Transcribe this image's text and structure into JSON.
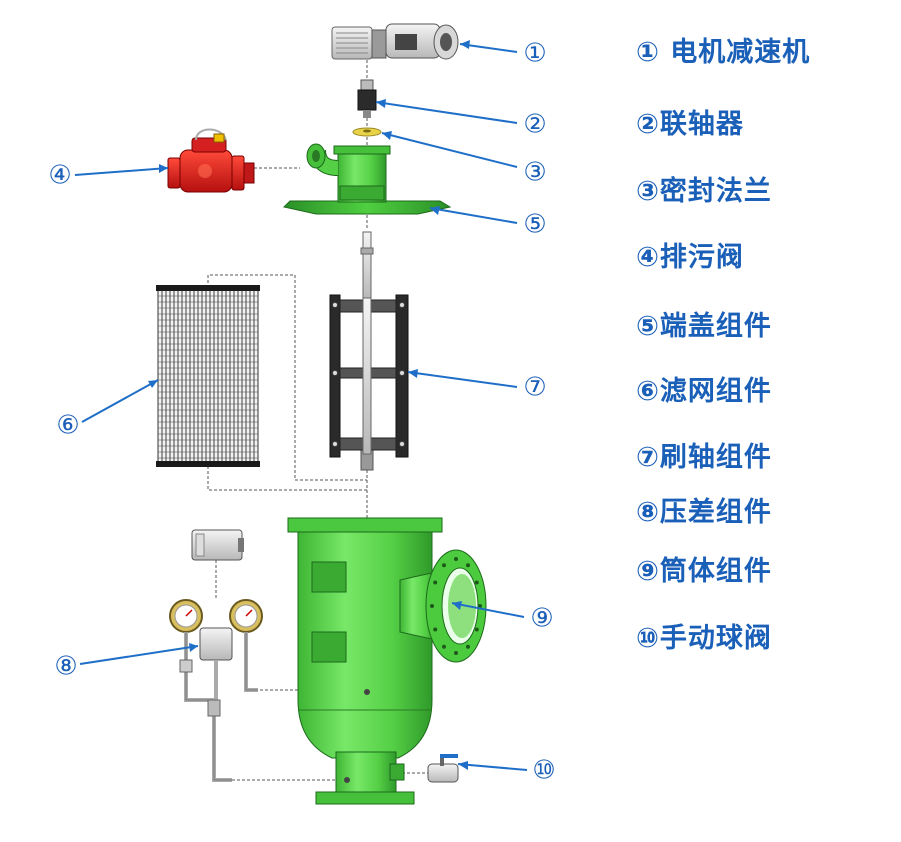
{
  "colors": {
    "accent_blue": "#1f6fc9",
    "label_blue": "#1a5fb8",
    "body_green": "#58d24a",
    "flange_green": "#2fa52d",
    "valve_red": "#e02020",
    "shade_green": "#3aa535"
  },
  "callouts": [
    {
      "id": "1",
      "label": "①"
    },
    {
      "id": "2",
      "label": "②"
    },
    {
      "id": "3",
      "label": "③"
    },
    {
      "id": "4",
      "label": "④"
    },
    {
      "id": "5",
      "label": "⑤"
    },
    {
      "id": "6",
      "label": "⑥"
    },
    {
      "id": "7",
      "label": "⑦"
    },
    {
      "id": "8",
      "label": "⑧"
    },
    {
      "id": "9",
      "label": "⑨"
    },
    {
      "id": "10",
      "label": "⑩"
    }
  ],
  "legend": [
    {
      "text": "① 电机减速机"
    },
    {
      "text": "②联轴器"
    },
    {
      "text": "③密封法兰"
    },
    {
      "text": "④排污阀"
    },
    {
      "text": "⑤端盖组件"
    },
    {
      "text": "⑥滤网组件"
    },
    {
      "text": "⑦刷轴组件"
    },
    {
      "text": "⑧压差组件"
    },
    {
      "text": "⑨筒体组件"
    },
    {
      "text": "⑩手动球阀"
    }
  ]
}
